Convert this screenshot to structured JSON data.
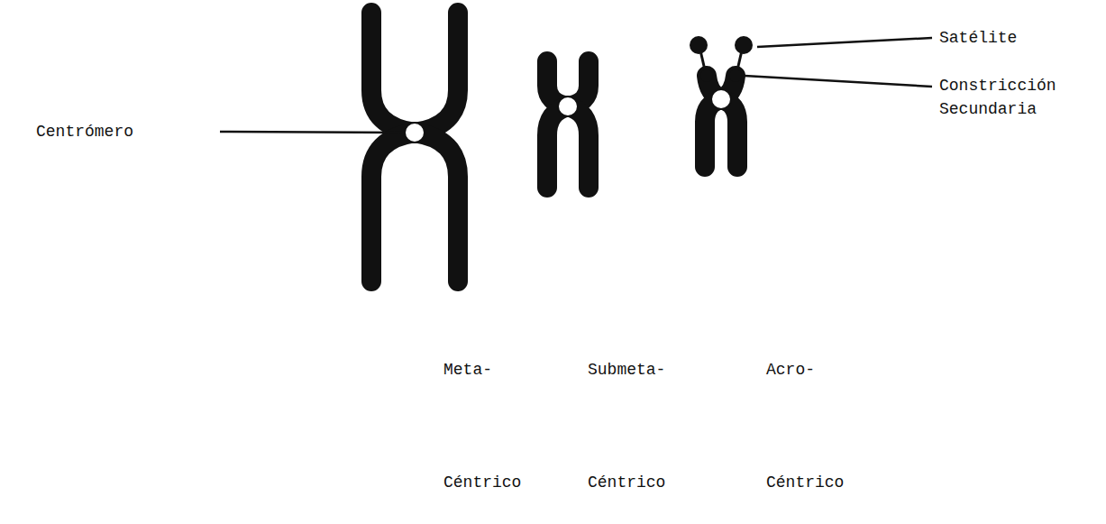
{
  "diagram": {
    "labels": [
      "Centrómero",
      "Satélite",
      "Constricción Secundaria",
      "Meta-",
      "Submeta-",
      "Acro-",
      "Céntrico",
      "Céntrico",
      "Céntrico"
    ]
  }
}
